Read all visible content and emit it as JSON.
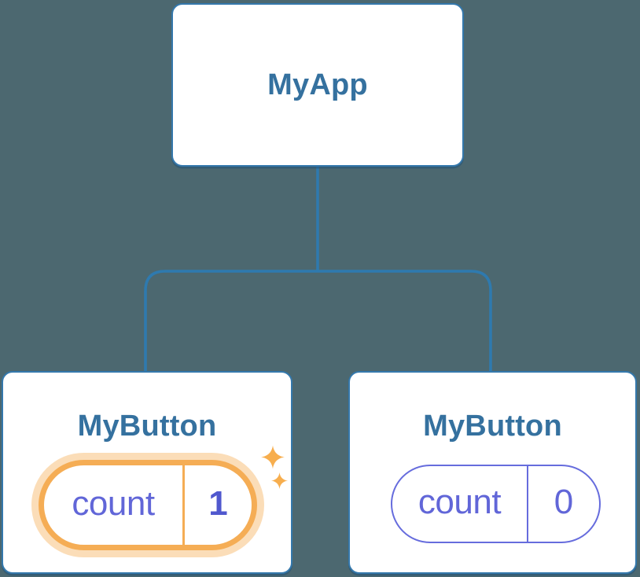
{
  "diagram": {
    "root": {
      "label": "MyApp"
    },
    "children": [
      {
        "label": "MyButton",
        "prop": {
          "name": "count",
          "value": "1"
        },
        "highlighted": true
      },
      {
        "label": "MyButton",
        "prop": {
          "name": "count",
          "value": "0"
        },
        "highlighted": false
      }
    ],
    "colors": {
      "background": "#4C6870",
      "card_bg": "#FFFFFF",
      "card_border": "#3478AC",
      "title_text": "#35719F",
      "connector": "#2E7AAF",
      "state_text": "#6166D8",
      "state_value_highlight": "#5058CE",
      "pill_border": "#666CDD",
      "highlight_orange": "#F5AD55",
      "highlight_halo": "rgba(245,173,85,0.42)",
      "sparkle": "#F7AE4E"
    }
  }
}
